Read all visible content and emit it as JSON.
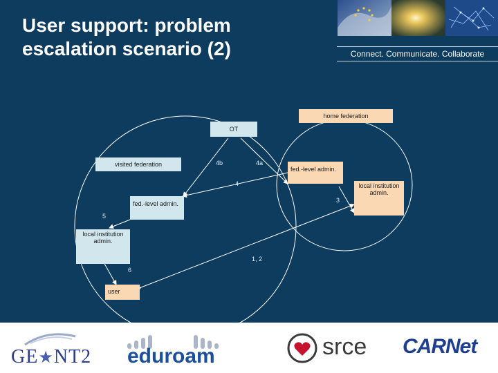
{
  "slide": {
    "title_line1": "User support: problem",
    "title_line2": "escalation scenario (2)",
    "tagline": "Connect. Communicate. Collaborate"
  },
  "diagram": {
    "home_federation": "home federation",
    "ot": "OT",
    "visited_federation": "visited federation",
    "fed_admin_right": "fed.-level admin.",
    "local_admin_right_line1": "local institution",
    "local_admin_right_line2": "admin.",
    "fed_admin_left": "fed.-level admin.",
    "local_admin_left_line1": "local institution",
    "local_admin_left_line2": "admin.",
    "user": "user",
    "step_4b": "4b",
    "step_4a": "4a",
    "step_4": "4",
    "step_3": "3",
    "step_5": "5",
    "step_12": "1, 2",
    "step_6": "6"
  },
  "logos": {
    "geant_text": "GE",
    "geant_star": "★",
    "geant_text2": "NT2",
    "eduroam": "eduroam",
    "srce": "srce",
    "carnet": "CARNet"
  },
  "colors": {
    "background": "#0d3c5e",
    "box_blue": "#d2e6ee",
    "box_peach": "#fbd8b4",
    "eduroam_blue": "#1b4f9c",
    "carnet_blue": "#1f3f8f",
    "srce_red": "#c4122f"
  }
}
